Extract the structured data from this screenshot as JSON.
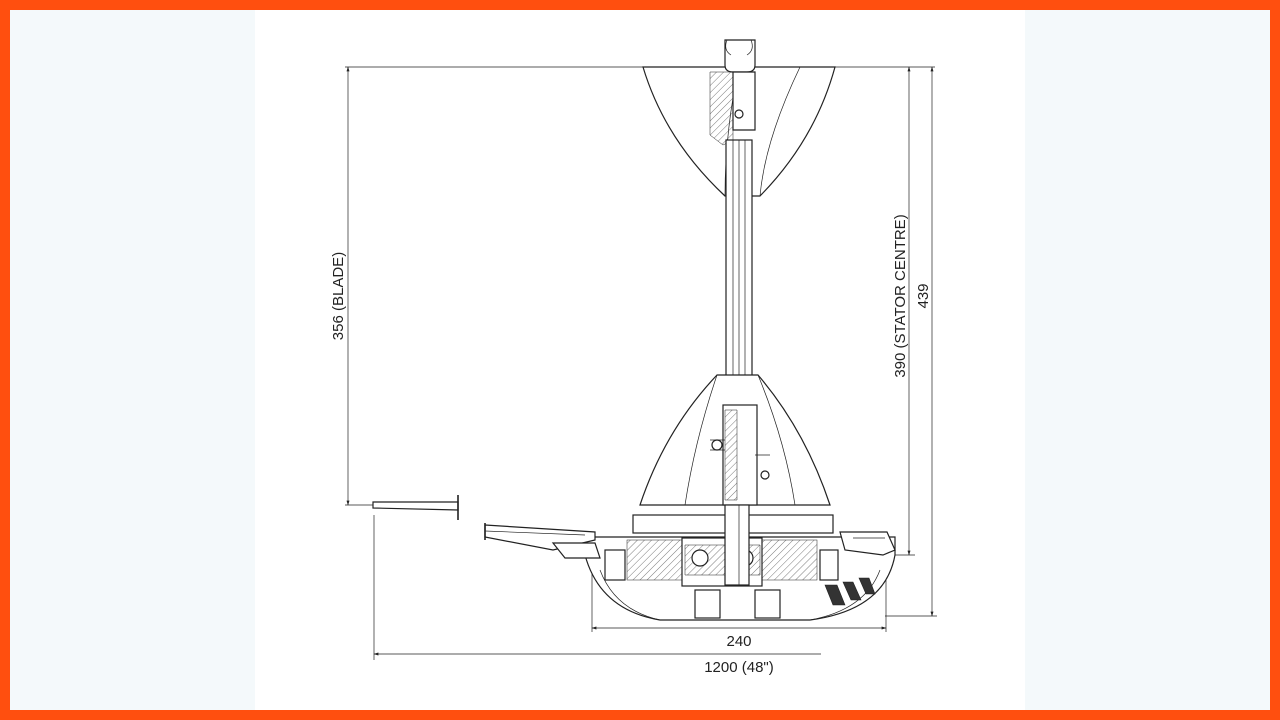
{
  "colors": {
    "frame": "#ff4f0f",
    "outside_background": "#f4f9fb",
    "drawing_background": "#ffffff",
    "line": "#222222"
  },
  "dimensions": {
    "blade_height": "356 (BLADE)",
    "stator_centre_height": "390 (STATOR CENTRE)",
    "overall_height": "439",
    "motor_width": "240",
    "blade_span": "1200 (48\")"
  }
}
